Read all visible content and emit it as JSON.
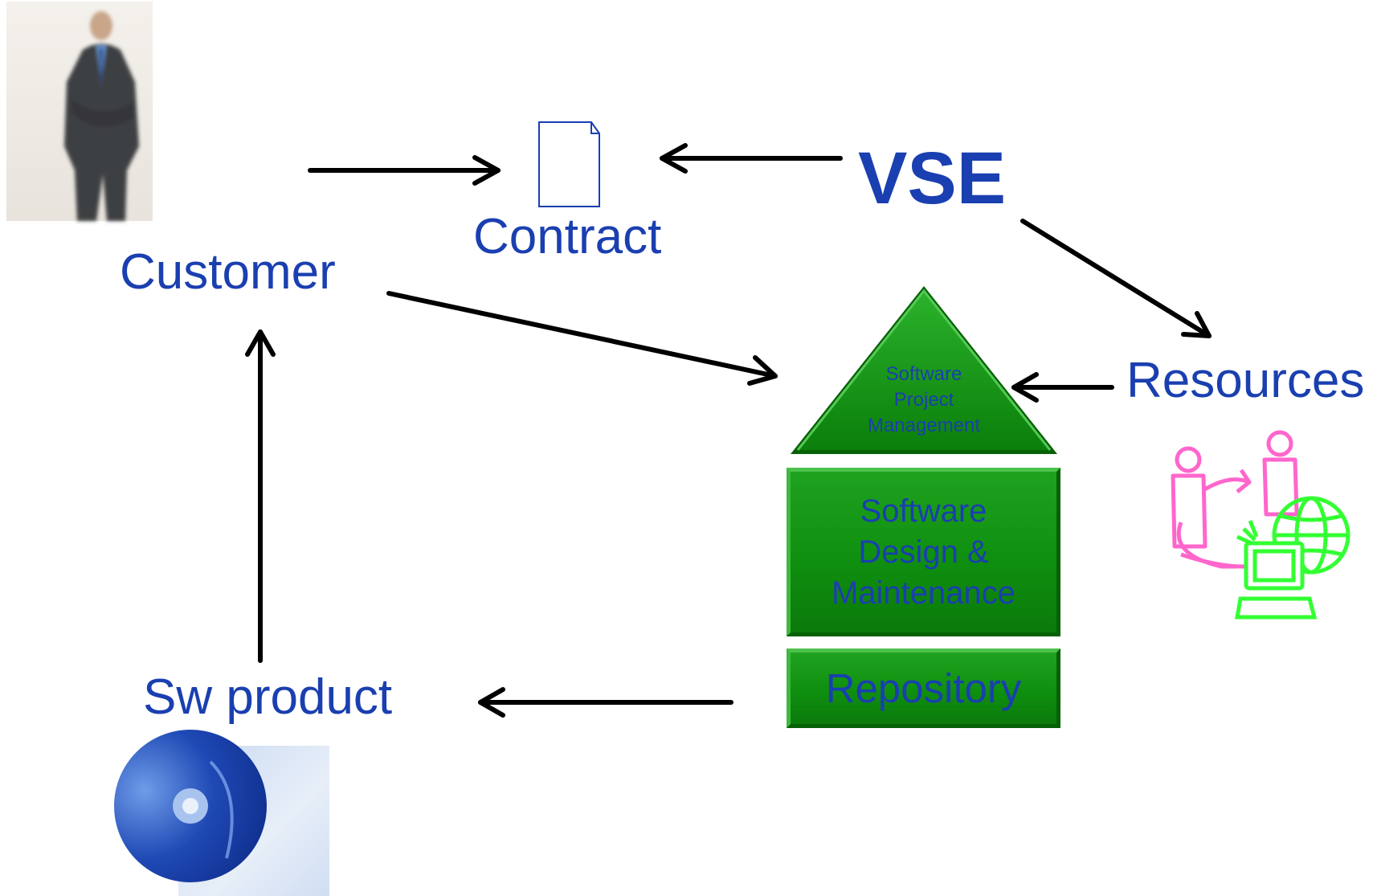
{
  "labels": {
    "customer": "Customer",
    "contract": "Contract",
    "vse": "VSE",
    "resources": "Resources",
    "sw_product": "Sw product"
  },
  "blocks": {
    "project_management": [
      "Software",
      "Project",
      "Management"
    ],
    "design_maintenance": [
      "Software",
      "Design &",
      "Maintenance"
    ],
    "repository": "Repository"
  },
  "icons": {
    "customer": "businessman-photo",
    "contract": "document-icon",
    "resources": "people-computer-globe-icon",
    "sw_product": "cd-disc-photo"
  },
  "colors": {
    "text": "#1a3fb0",
    "block": "#119911",
    "arrow": "#000000",
    "people": "#ff66cc",
    "computer": "#33ff33"
  }
}
